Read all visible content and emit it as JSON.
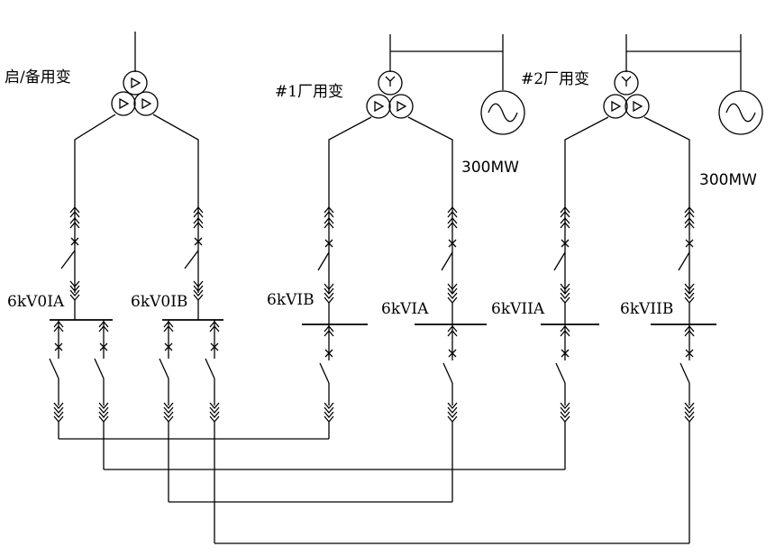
{
  "transformers": {
    "startup": {
      "label": "启/备用变"
    },
    "unit1": {
      "label": "#1厂用变"
    },
    "unit2": {
      "label": "#2厂用变"
    }
  },
  "generators": {
    "gen1": {
      "label": "300MW"
    },
    "gen2": {
      "label": "300MW"
    }
  },
  "buses": {
    "b0ia": {
      "label": "6kV0IA"
    },
    "b0ib": {
      "label": "6kV0IB"
    },
    "bvib": {
      "label": "6kVIB"
    },
    "bvia": {
      "label": "6kVIA"
    },
    "bviia": {
      "label": "6kVIIA"
    },
    "bviib": {
      "label": "6kVIIB"
    }
  }
}
